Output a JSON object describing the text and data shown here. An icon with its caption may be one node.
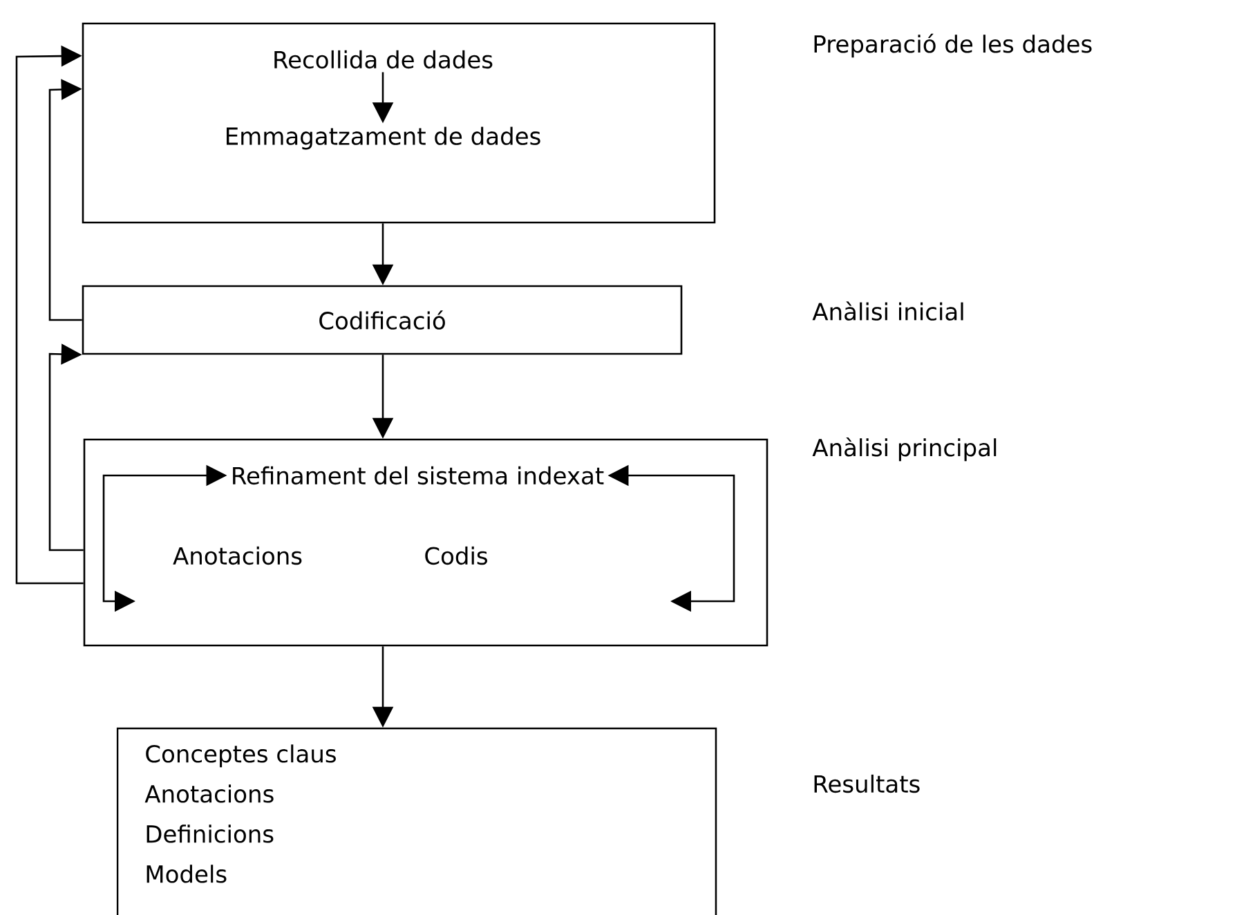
{
  "diagram": {
    "nodes": [
      {
        "text": [],
        "shape": "box"
      },
      {
        "text": [
          "Recollida de dades"
        ],
        "in": 0
      },
      {
        "text": [
          "Emmagatzament de dades"
        ],
        "in": 0
      },
      {
        "text": [
          "Codificació"
        ]
      },
      {
        "text": [],
        "shape": "box"
      },
      {
        "text": [
          "Refinament del sistema indexat"
        ],
        "in": 4
      },
      {
        "text": [
          "Anotacions"
        ],
        "in": 4
      },
      {
        "text": [
          "Codis"
        ],
        "in": 4
      },
      {
        "text": [
          "Conceptes claus",
          "Anotacions",
          "Definicions",
          "Models"
        ]
      }
    ],
    "edges": [
      {
        "from": 1,
        "to": 2,
        "arrow": "to"
      },
      {
        "from": 0,
        "to": 3,
        "arrow": "to"
      },
      {
        "from": 3,
        "to": 4,
        "arrow": "to"
      },
      {
        "from": 4,
        "to": 8,
        "arrow": "to"
      },
      {
        "from": 3,
        "to": 0,
        "arrow": "to"
      },
      {
        "from": 4,
        "to": 3,
        "arrow": "to"
      },
      {
        "from": 4,
        "to": 0,
        "arrow": "to"
      },
      {
        "from": null,
        "to": 5,
        "arrow": "both"
      },
      {
        "from": null,
        "to": 5,
        "arrow": "both"
      }
    ],
    "labels": [
      "Preparació de les dades",
      "Anàlisi inicial",
      "Anàlisi principal",
      "Resultats"
    ]
  }
}
